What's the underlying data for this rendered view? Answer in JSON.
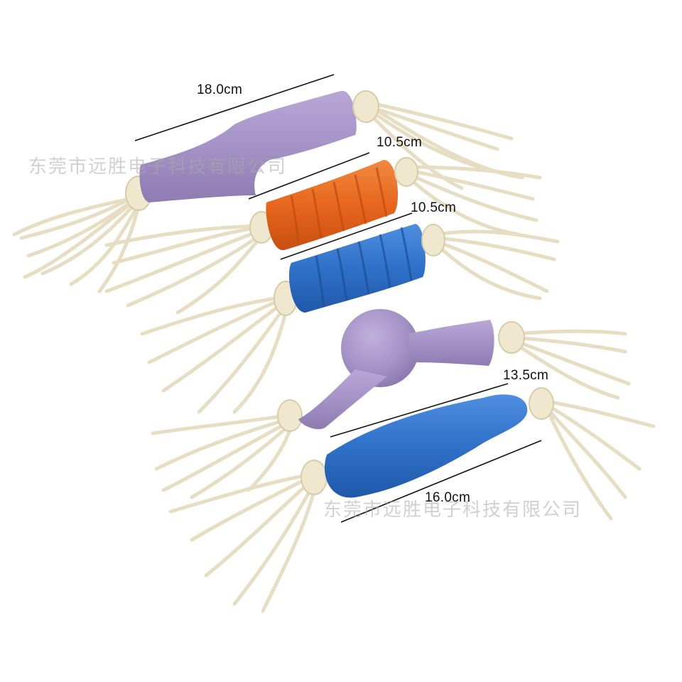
{
  "watermark": {
    "text": "东莞市远胜电子科技有限公司"
  },
  "dimension_labels": {
    "toy1": "18.0cm",
    "toy2": "10.5cm",
    "toy3": "10.5cm",
    "toy5_length": "13.5cm",
    "toy5_total": "16.0cm"
  },
  "colors": {
    "background": "#ffffff",
    "lavender": "#a592c6",
    "orange": "#e8661e",
    "blue": "#2f71c9",
    "rope": "#ede5cc"
  },
  "toys": [
    {
      "name": "lavender hourglass rope toy",
      "color": "lavender"
    },
    {
      "name": "orange ribbed rope toy",
      "color": "orange"
    },
    {
      "name": "blue ribbed rope toy",
      "color": "blue"
    },
    {
      "name": "lavender bulb rope toy",
      "color": "lavender"
    },
    {
      "name": "blue curved rope toy",
      "color": "blue"
    }
  ]
}
